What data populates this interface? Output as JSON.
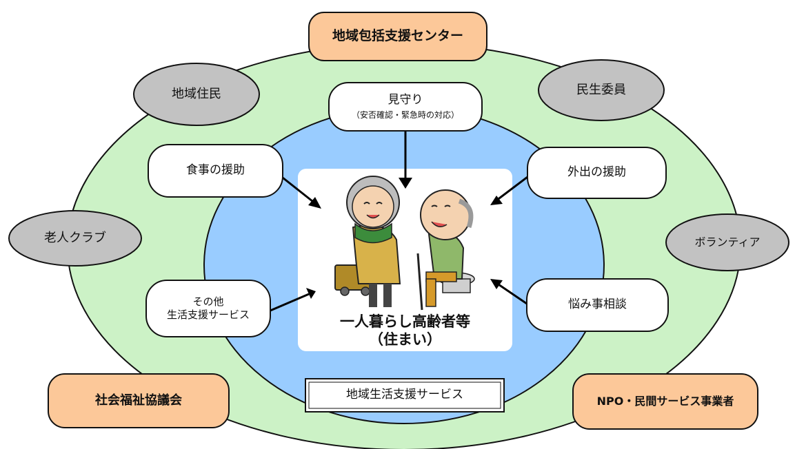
{
  "organizations": {
    "chiiki_houkatsu": "地域包括支援センター",
    "shakai_fukushi": "社会福祉協議会",
    "npo": "NPO・民間サービス事業者"
  },
  "community": {
    "chiiki_jumin": "地域住民",
    "minsei_iin": "民生委員",
    "roujin_club": "老人クラブ",
    "volunteer": "ボランティア"
  },
  "services": {
    "mimamori_title": "見守り",
    "mimamori_sub": "（安否確認・緊急時の対応）",
    "shokuji": "食事の援助",
    "gaishutsu": "外出の援助",
    "sonota_line1": "その他",
    "sonota_line2": "生活支援サービス",
    "nayami": "悩み事相談"
  },
  "center": {
    "title": "一人暮らし高齢者等",
    "subtitle": "（住まい）"
  },
  "bottom_label": "地域生活支援サービス",
  "colors": {
    "outer_ring": "#ccf2c6",
    "inner_ring": "#99ccff",
    "org_box": "#fcc899",
    "community_oval": "#c2c2c2"
  }
}
